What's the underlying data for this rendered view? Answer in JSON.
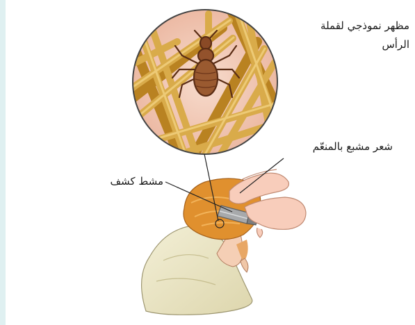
{
  "labels": {
    "lice_line1": "مظهر نموذجي لقملة",
    "lice_line2": "الرأس",
    "hair": "شعر مشبع بالمنعّم",
    "comb": "مشط كشف"
  },
  "colors": {
    "background": "#ffffff",
    "left_strip": "#dff0f1",
    "hair_strand": "#d4a441",
    "skin": "#f3c9b5",
    "louse": "#8a4a26",
    "towel": "#ede8c8",
    "hair_head": "#e0902e",
    "leader_line": "#222222"
  }
}
